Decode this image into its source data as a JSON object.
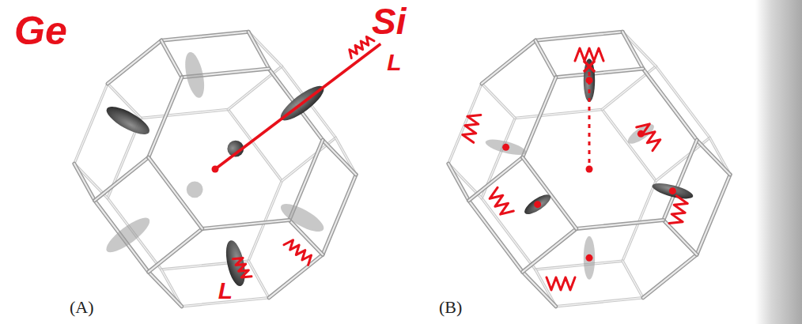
{
  "diagram": {
    "labels": [
      "Ge",
      "Si",
      "L",
      "L",
      "(A)",
      "(B)"
    ]
  }
}
